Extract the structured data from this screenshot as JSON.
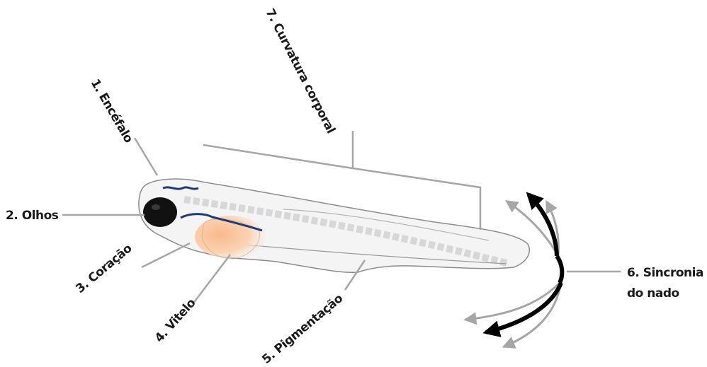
{
  "labels": {
    "encefalo": "1. Encéfalo",
    "olhos": "2. Olhos",
    "coracao": "3. Coração",
    "vitelo": "4. Vitelo",
    "pigmentacao": "5. Pigmentação",
    "sincronia_line1": "6. Sincronia",
    "sincronia_line2": "do nado",
    "curvatura": "7. Curvatura corporal"
  },
  "colors": {
    "leader_line": "#a6a6a6",
    "body_outline": "#8c8c8c",
    "body_fill": "#f4f4f4",
    "eye": "#111111",
    "pigment": "#1f3a7a",
    "yolk": "#f7b98a",
    "arrow_dark": "#000000",
    "arrow_light": "#a6a6a6"
  }
}
